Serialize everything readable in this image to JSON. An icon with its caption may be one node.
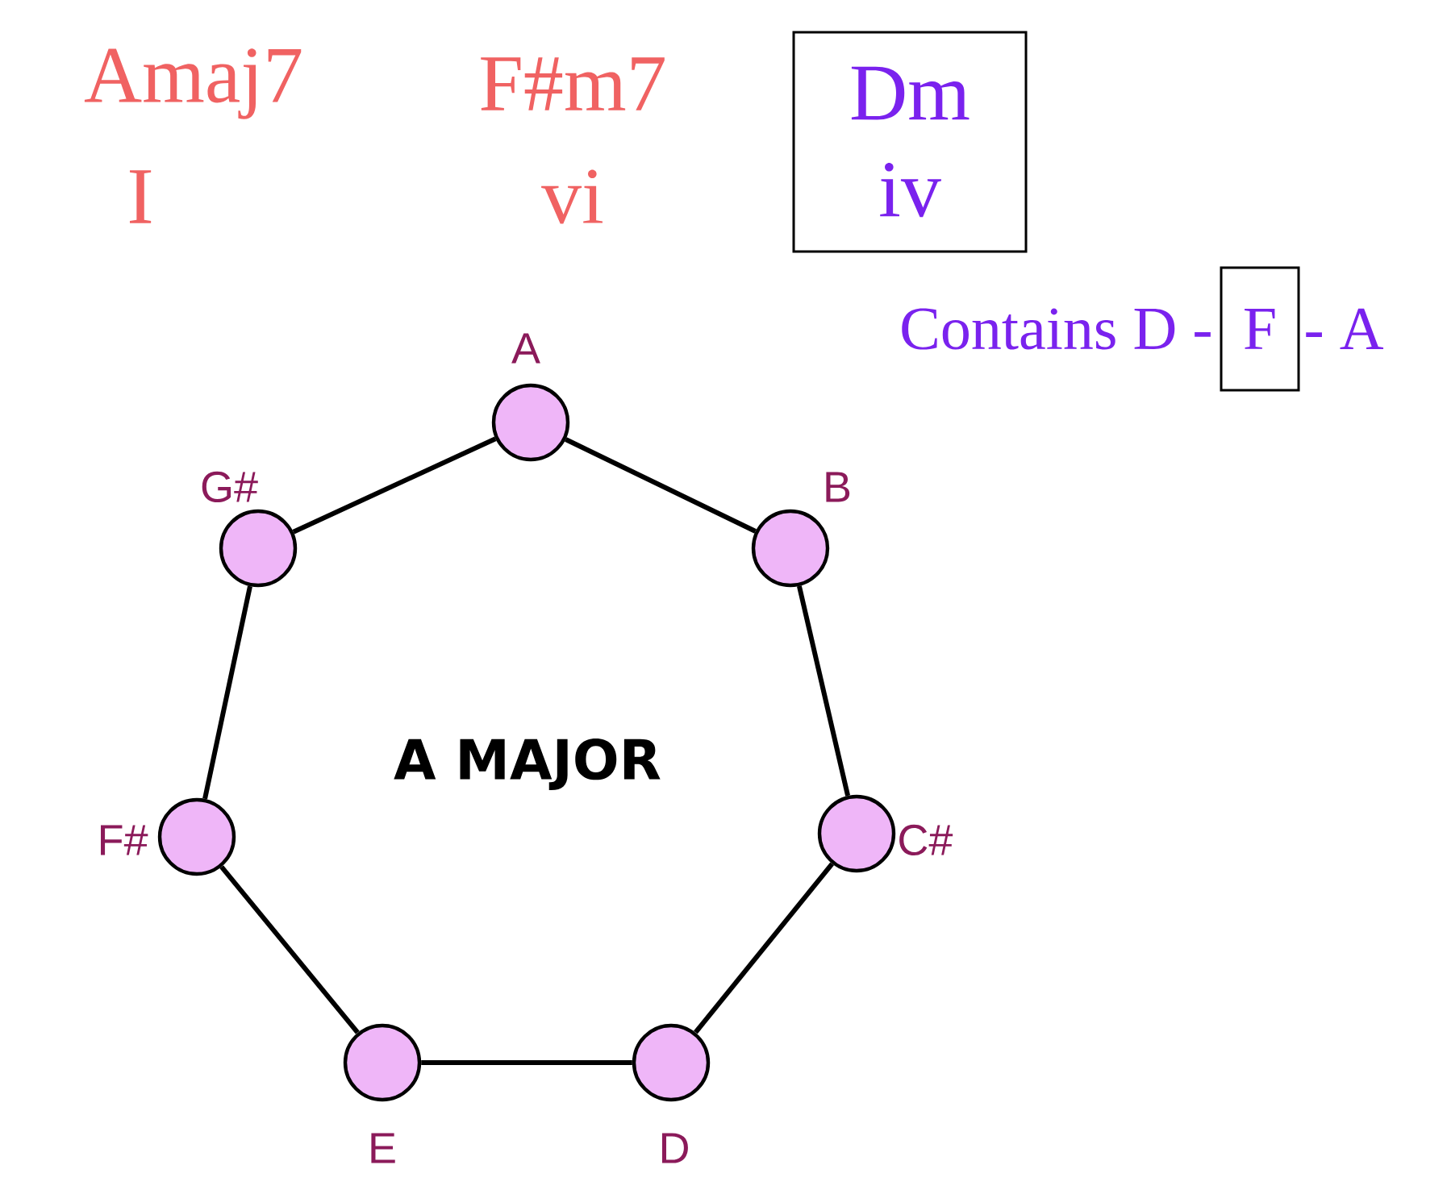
{
  "diagram": {
    "nodes": [
      {
        "text": [
          "Dm",
          "iv"
        ]
      },
      {
        "text": [
          "F"
        ]
      },
      {
        "text": [],
        "shape": "circle",
        "beside": [
          "A"
        ]
      },
      {
        "text": [],
        "shape": "circle",
        "beside": [
          "G#"
        ]
      },
      {
        "text": [],
        "shape": "circle",
        "beside": [
          "B"
        ]
      },
      {
        "text": [],
        "shape": "circle",
        "beside": [
          "F#"
        ]
      },
      {
        "text": [],
        "shape": "circle",
        "beside": [
          "C#"
        ]
      },
      {
        "text": [],
        "shape": "circle",
        "beside": [
          "E"
        ]
      },
      {
        "text": [],
        "shape": "circle",
        "beside": [
          "D"
        ]
      }
    ],
    "edges": [
      {
        "from": 2,
        "to": 4,
        "arrow": "none"
      },
      {
        "from": 4,
        "to": 6,
        "arrow": "none"
      },
      {
        "from": 6,
        "to": 8,
        "arrow": "none"
      },
      {
        "from": 8,
        "to": 7,
        "arrow": "none"
      },
      {
        "from": 7,
        "to": 5,
        "arrow": "none"
      },
      {
        "from": 5,
        "to": 3,
        "arrow": "none"
      },
      {
        "from": 3,
        "to": 2,
        "arrow": "none"
      }
    ],
    "labels": [
      "Amaj7",
      "I",
      "F#m7",
      "vi",
      "Contains D -",
      "- A",
      "A MAJOR"
    ]
  }
}
